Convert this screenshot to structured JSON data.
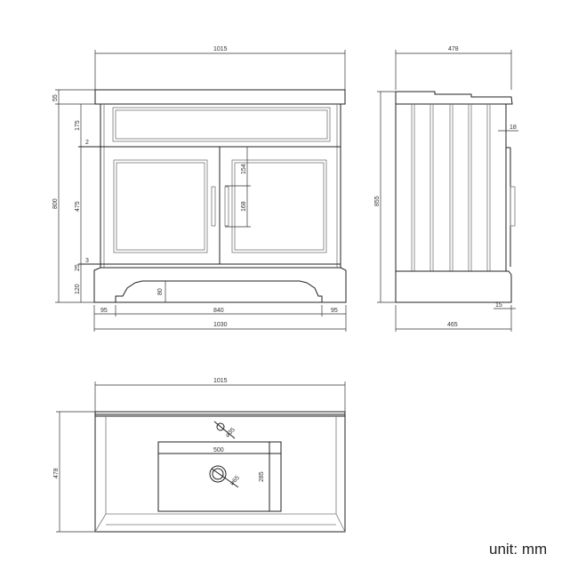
{
  "front_view": {
    "width_top": "1015",
    "worktop_height": "55",
    "drawer_height": "175",
    "gap_top": "2",
    "body_height": "800",
    "door_height": "475",
    "gap_bottom": "3",
    "kick_height": "25",
    "plinth_height": "120",
    "plinth_cutout": "80",
    "handle_offset": "154",
    "handle_length": "168",
    "plinth_side_left": "95",
    "plinth_center": "840",
    "plinth_side_right": "95",
    "width_bottom": "1030"
  },
  "side_view": {
    "depth_top": "478",
    "total_height": "855",
    "door_thickness": "18",
    "plinth_inset": "15",
    "depth_bottom": "465"
  },
  "top_view": {
    "width": "1015",
    "depth": "478",
    "basin_width": "500",
    "basin_depth": "285",
    "tap_hole": "⌀35",
    "waste_hole": "⌀65"
  },
  "unit_label": "unit: mm"
}
